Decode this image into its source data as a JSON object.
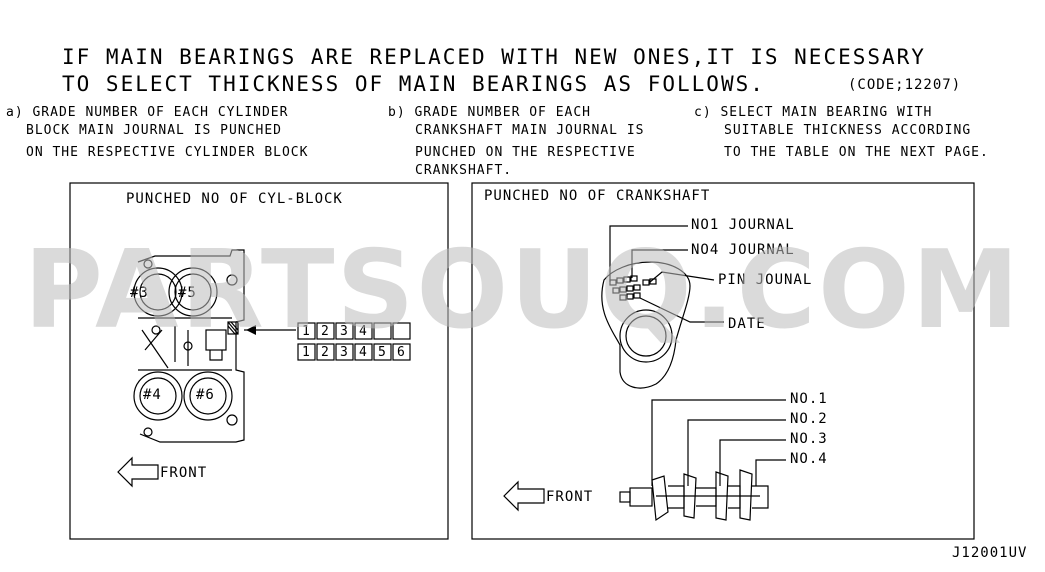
{
  "header": {
    "line1": "IF MAIN BEARINGS ARE REPLACED WITH NEW ONES,IT IS NECESSARY",
    "line2": "TO SELECT THICKNESS OF MAIN BEARINGS AS FOLLOWS.",
    "code": "(CODE;12207)"
  },
  "steps": {
    "a": [
      "a) GRADE NUMBER OF EACH CYLINDER",
      "BLOCK MAIN JOURNAL IS PUNCHED",
      "ON THE RESPECTIVE CYLINDER BLOCK"
    ],
    "b": [
      "b) GRADE NUMBER OF EACH",
      "CRANKSHAFT MAIN JOURNAL IS",
      "PUNCHED ON THE RESPECTIVE",
      "CRANKSHAFT."
    ],
    "c": [
      "c) SELECT MAIN BEARING WITH",
      "SUITABLE THICKNESS ACCORDING",
      "TO THE TABLE ON THE NEXT PAGE."
    ]
  },
  "left_panel": {
    "title": "PUNCHED NO OF CYL-BLOCK",
    "cylinders": [
      "#3",
      "#5",
      "#4",
      "#6"
    ],
    "row1": [
      "1",
      "2",
      "3",
      "4",
      "",
      ""
    ],
    "row2": [
      "1",
      "2",
      "3",
      "4",
      "5",
      "6"
    ],
    "front": "FRONT"
  },
  "right_panel": {
    "title": "PUNCHED NO OF CRANKSHAFT",
    "callouts": [
      "NO1 JOURNAL",
      "NO4 JOURNAL",
      "PIN JOUNAL",
      "DATE"
    ],
    "journals": [
      "NO.1",
      "NO.2",
      "NO.3",
      "NO.4"
    ],
    "front": "FRONT"
  },
  "figure_id": "J12001UV",
  "watermark": "PARTSOUQ.COM"
}
